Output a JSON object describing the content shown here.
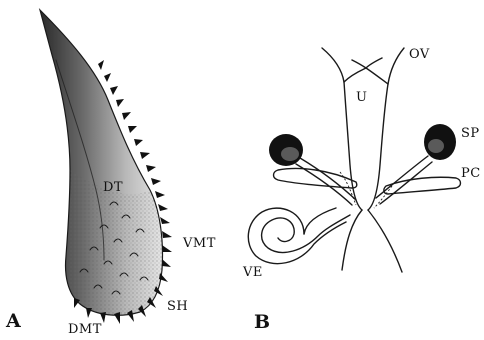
{
  "panel_a": {
    "letter": "A",
    "labels": {
      "dt": "DT",
      "vmt": "VMT",
      "sh": "SH",
      "dmt": "DMT"
    }
  },
  "panel_b": {
    "letter": "B",
    "labels": {
      "ov": "OV",
      "u": "U",
      "sp": "SP",
      "pc": "PC",
      "ve": "VE"
    }
  }
}
